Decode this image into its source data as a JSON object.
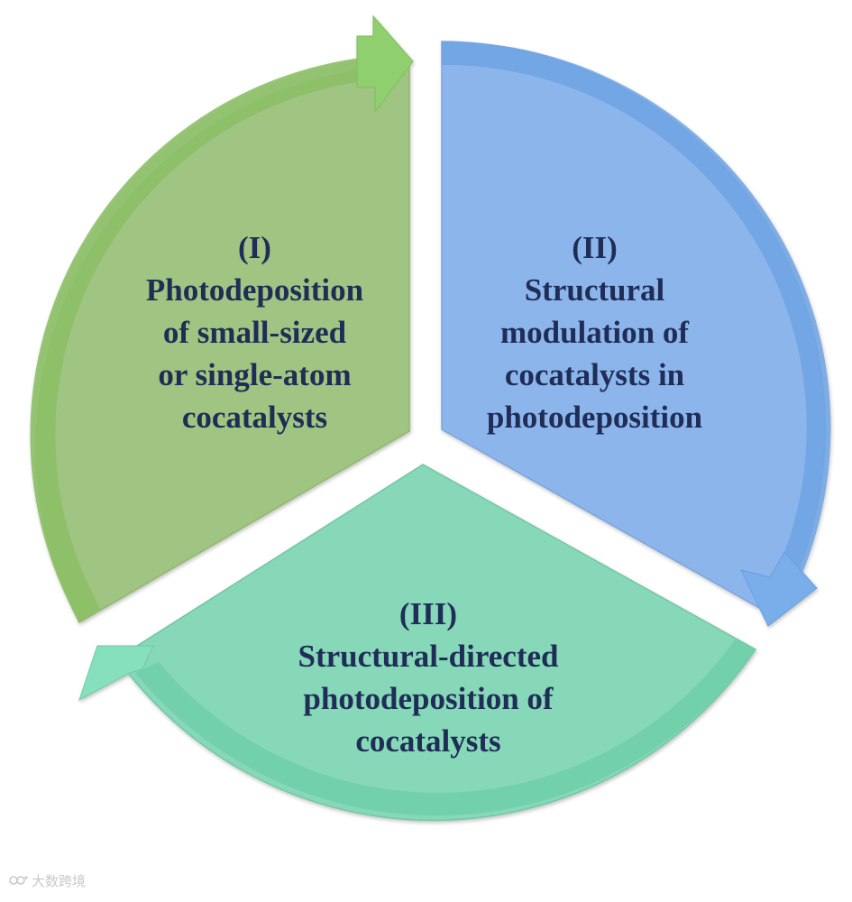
{
  "segments": [
    {
      "id": "I",
      "lines": [
        "(I)",
        "Photodeposition",
        "of small-sized",
        "or single-atom",
        "cocatalysts"
      ],
      "fill": "#a0c481",
      "rim": "#8cc067",
      "arrow_fill": "#8fcf6e"
    },
    {
      "id": "II",
      "lines": [
        "(II)",
        "Structural",
        "modulation of",
        "cocatalysts in",
        "photodeposition"
      ],
      "fill": "#8cb6eb",
      "rim": "#6ea3e3",
      "arrow_fill": "#79aeea"
    },
    {
      "id": "III",
      "lines": [
        "(III)",
        "Structural-directed",
        "photodeposition of",
        "cocatalysts"
      ],
      "fill": "#86d8b8",
      "rim": "#6fd0a9",
      "arrow_fill": "#86e0bd"
    }
  ],
  "text_color": "#1f2d57",
  "watermark": {
    "text": "大数跨境",
    "icon": "logo-icon"
  }
}
